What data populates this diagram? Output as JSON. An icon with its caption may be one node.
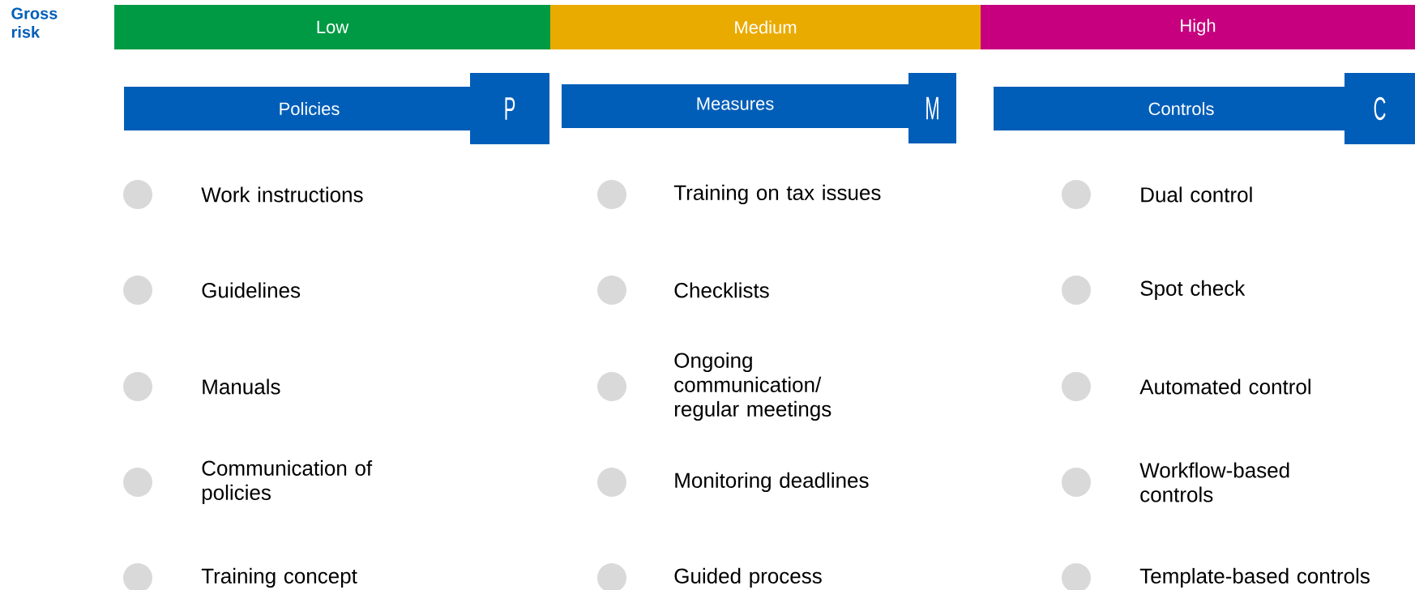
{
  "diagram": {
    "nodes": [
      {
        "text": [
          "Low"
        ]
      },
      {
        "text": [
          "Medium"
        ]
      },
      {
        "text": [
          "High"
        ]
      },
      {
        "text": [
          "Policies"
        ]
      },
      {
        "text": [
          "P"
        ]
      },
      {
        "text": [
          "Measures"
        ]
      },
      {
        "text": [
          "M"
        ]
      },
      {
        "text": [
          "Controls"
        ]
      },
      {
        "text": [
          "C"
        ]
      },
      {
        "text": [
          "Work instructions"
        ]
      },
      {
        "text": [
          "Guidelines"
        ]
      },
      {
        "text": [
          "Manuals"
        ]
      },
      {
        "text": [
          "Communication of policies"
        ]
      },
      {
        "text": [
          "Training concept"
        ]
      },
      {
        "text": [
          "Training on tax issues"
        ]
      },
      {
        "text": [
          "Checklists"
        ]
      },
      {
        "text": [
          "Ongoing communication/ regular meetings"
        ]
      },
      {
        "text": [
          "Monitoring deadlines"
        ]
      },
      {
        "text": [
          "Guided process"
        ]
      },
      {
        "text": [
          "Dual control"
        ]
      },
      {
        "text": [
          "Spot check"
        ]
      },
      {
        "text": [
          "Automated control"
        ]
      },
      {
        "text": [
          "Workflow-based controls"
        ]
      },
      {
        "text": [
          "Template-based controls"
        ]
      }
    ],
    "labels": [
      "Gross risk"
    ]
  }
}
